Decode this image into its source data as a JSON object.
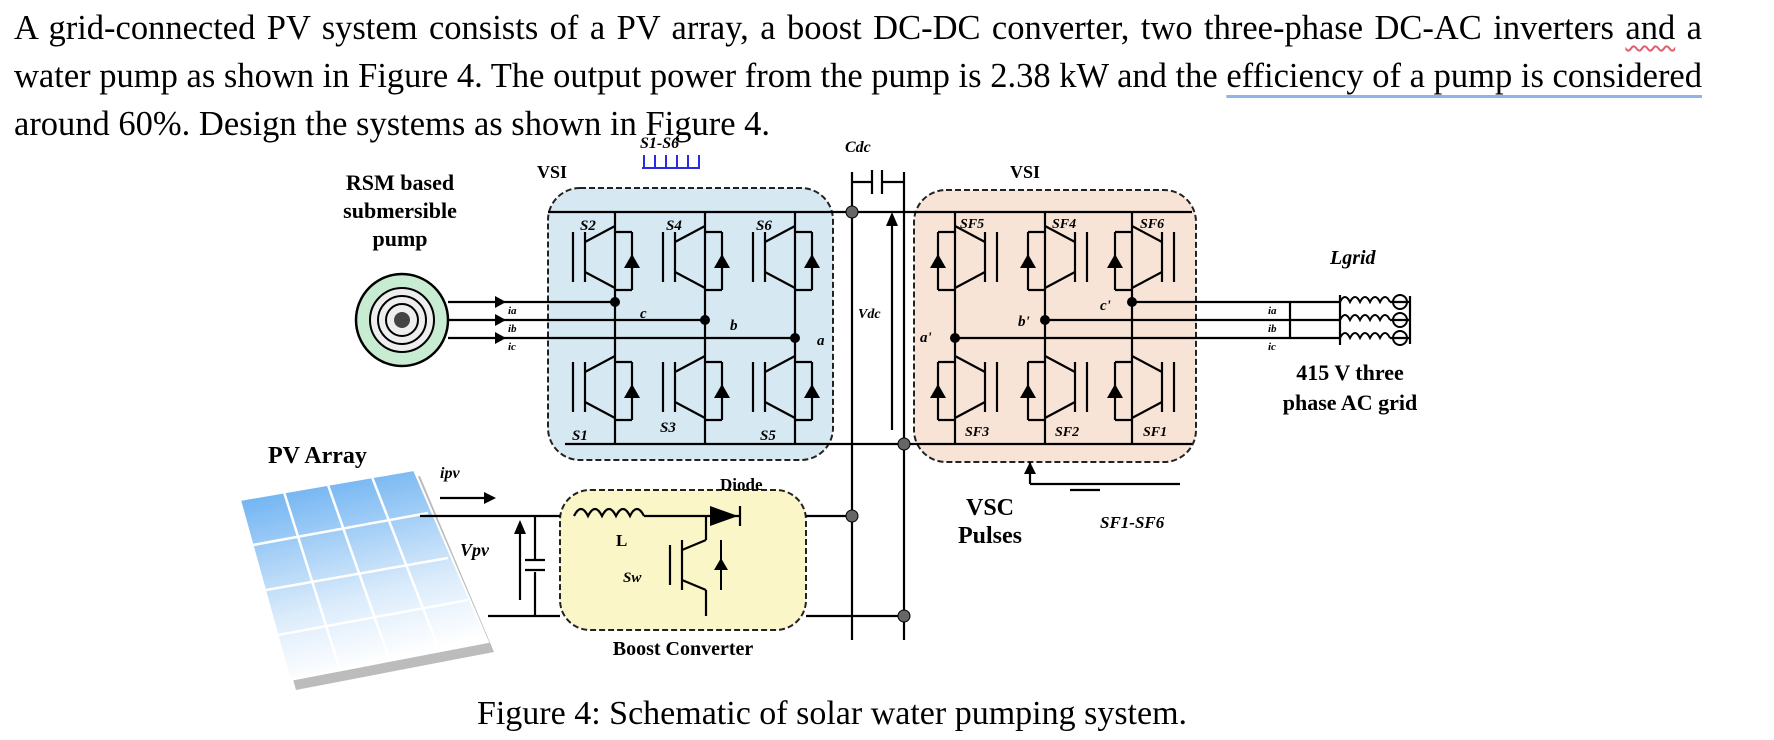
{
  "problem": {
    "seg1": "A grid-connected PV system consists of a PV array, a boost DC-DC converter, two three-phase DC-AC inverters ",
    "seg2": "and",
    "seg3": " a water pump as shown in Figure 4. The output power from the pump is 2.38 kW and the ",
    "seg4": "efficiency of a pump is considered",
    "seg5": " around 60%. Design the systems as shown in Figure 4."
  },
  "diagram": {
    "pump_label_1": "RSM based",
    "pump_label_2": "submersible",
    "pump_label_3": "pump",
    "vsi_left": "VSI",
    "vsi_right": "VSI",
    "s1_s6": "S1-S6",
    "cdc": "Cdc",
    "vdc": "Vdc",
    "lgrid": "Lgrid",
    "grid_1": "415 V three",
    "grid_2": "phase AC grid",
    "pv_array": "PV Array",
    "ipv": "ipv",
    "vpv": "Vpv",
    "diode": "Diode",
    "inductor": "L",
    "sw": "Sw",
    "boost": "Boost Converter",
    "vsc_1": "VSC",
    "vsc_2": "Pulses",
    "sf_range": "SF1-SF6",
    "nodes": {
      "a": "a",
      "b": "b",
      "c": "c",
      "a2": "a'",
      "b2": "b'",
      "c2": "c'"
    },
    "left_switches": {
      "s1": "S1",
      "s2": "S2",
      "s3": "S3",
      "s4": "S4",
      "s5": "S5",
      "s6": "S6"
    },
    "right_switches": {
      "sf1": "SF1",
      "sf2": "SF2",
      "sf3": "SF3",
      "sf4": "SF4",
      "sf5": "SF5",
      "sf6": "SF6"
    },
    "phase_currents_left": {
      "ia": "ia",
      "ib": "ib",
      "ic": "ic"
    },
    "phase_currents_right": {
      "ia": "ia",
      "ib": "ib",
      "ic": "ic"
    }
  },
  "caption": "Figure 4:  Schematic of solar water pumping system.",
  "colors": {
    "vsi_fill": "#d6e8f2",
    "vsc_fill": "#f8e4d6",
    "boost_fill": "#fbf6c8",
    "pump_ring": "#c8ecd2",
    "pv_top": "#5aa8f0",
    "pv_bottom": "#ffffff",
    "spell_underline": "#e06070",
    "grammar_underline": "#8fb4e8"
  }
}
